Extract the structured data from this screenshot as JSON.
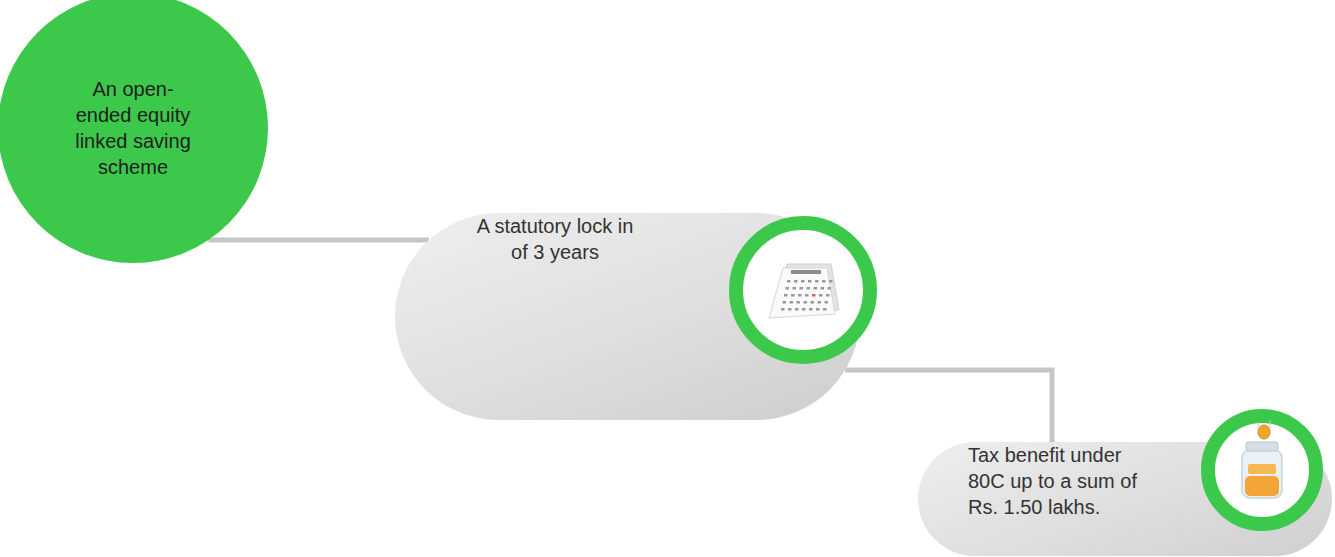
{
  "diagram": {
    "nodes": [
      {
        "text": [
          "An open-ended equity linked saving scheme"
        ]
      },
      {
        "text": [
          "A statutory lock in of 3 years"
        ]
      },
      {
        "text": [
          "Tax benefit under 80C up to a sum of Rs. 1.50 lakhs."
        ]
      }
    ],
    "edges": [
      {
        "from": 0,
        "to": 1,
        "arrow": "none"
      },
      {
        "from": 1,
        "to": 2,
        "arrow": "none"
      }
    ]
  }
}
